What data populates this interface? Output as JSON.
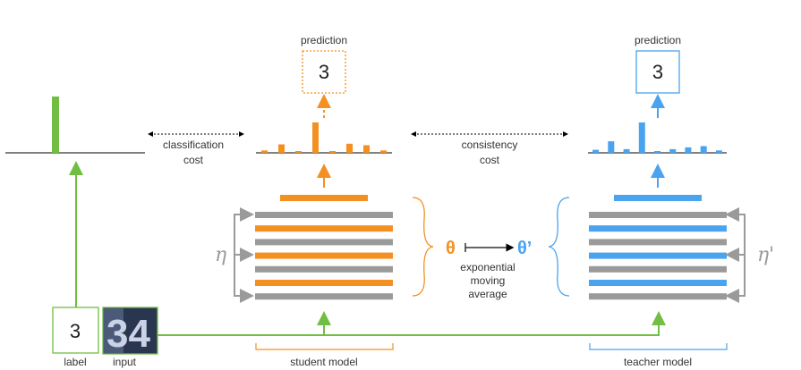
{
  "colors": {
    "student": "#F39021",
    "teacher": "#4AA3EF",
    "label": "#72BE44",
    "gray": "#9A9A9A",
    "black": "#000000"
  },
  "label_box": {
    "digit": "3",
    "caption": "label"
  },
  "input_box": {
    "caption": "input",
    "image_text": "34"
  },
  "student": {
    "prediction_title": "prediction",
    "prediction_digit": "3",
    "caption": "student model",
    "noise_symbol": "η",
    "output_bars": [
      0.08,
      0.28,
      0.06,
      1.0,
      0.06,
      0.3,
      0.25,
      0.08
    ],
    "layers": [
      "gray",
      "orange",
      "gray",
      "orange",
      "gray",
      "orange",
      "gray"
    ]
  },
  "teacher": {
    "prediction_title": "prediction",
    "prediction_digit": "3",
    "caption": "teacher model",
    "noise_symbol": "η'",
    "output_bars": [
      0.1,
      0.38,
      0.12,
      1.0,
      0.06,
      0.12,
      0.18,
      0.22,
      0.08
    ],
    "layers": [
      "gray",
      "blue",
      "gray",
      "blue",
      "gray",
      "blue",
      "gray"
    ]
  },
  "label_output_bars": [
    1.0
  ],
  "costs": {
    "classification": [
      "classification",
      "cost"
    ],
    "consistency": [
      "consistency",
      "cost"
    ]
  },
  "ema": {
    "theta": "θ",
    "theta_prime": "θ’",
    "lines": [
      "exponential",
      "moving",
      "average"
    ]
  }
}
